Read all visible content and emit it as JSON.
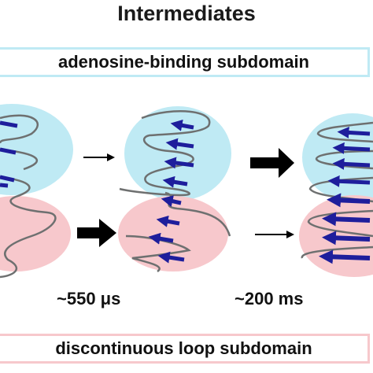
{
  "title": "Intermediates",
  "top_subdomain": {
    "label": "adenosine-binding subdomain",
    "color": "#bfeaf4"
  },
  "bottom_subdomain": {
    "label": "discontinuous loop subdomain",
    "color": "#f7c8cc"
  },
  "transitions": [
    {
      "label": "~550 μs"
    },
    {
      "label": "~200 ms"
    }
  ],
  "colors": {
    "strand": "#1e1e9c",
    "loop": "#6e7070",
    "arrow": "#000000"
  }
}
